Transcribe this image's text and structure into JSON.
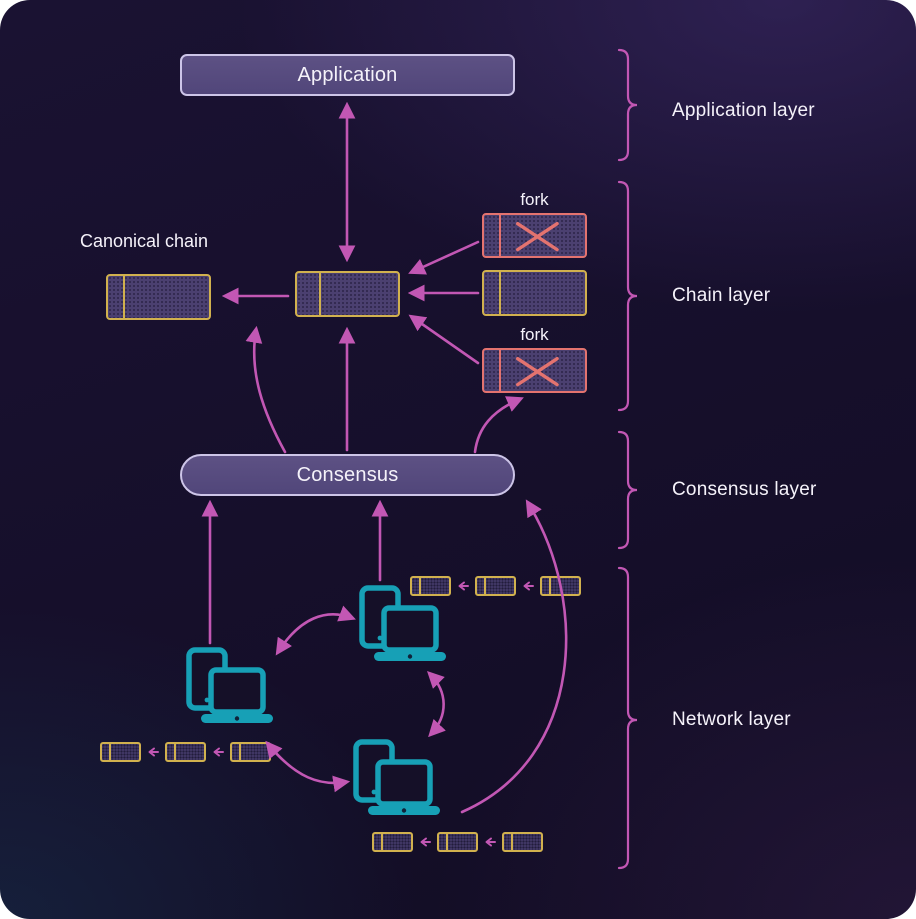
{
  "nodes": {
    "application": "Application",
    "consensus": "Consensus"
  },
  "labels": {
    "canonical_chain": "Canonical chain",
    "fork_top": "fork",
    "fork_bottom": "fork"
  },
  "layers": [
    {
      "id": "application",
      "label": "Application layer"
    },
    {
      "id": "chain",
      "label": "Chain layer"
    },
    {
      "id": "consensus",
      "label": "Consensus layer"
    },
    {
      "id": "network",
      "label": "Network layer"
    }
  ],
  "colors": {
    "arrow": "#c257b4",
    "block_border": "#d1b14e",
    "fork_border": "#e4736f",
    "device_teal": "#17a0b6",
    "node_fill": "#554a7d",
    "background": "#160f2b"
  },
  "network": {
    "device_count": 3,
    "mini_chain_count": 3,
    "blocks_per_mini_chain": 3
  }
}
